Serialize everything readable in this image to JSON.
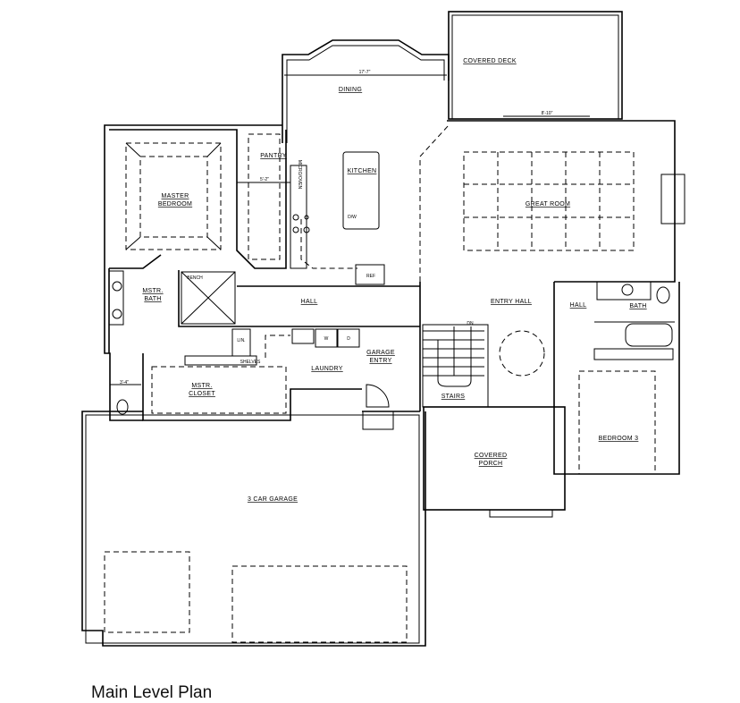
{
  "plan_title": "Main Level Plan",
  "rooms": {
    "covered_deck": "COVERED DECK",
    "dining": "DINING",
    "pantry": "PANTRY",
    "kitchen": "KITCHEN",
    "master_bedroom_1": "MASTER",
    "master_bedroom_2": "BEDROOM",
    "great_room": "GREAT ROOM",
    "master_bath_1": "MSTR.",
    "master_bath_2": "BATH",
    "hall_main": "HALL",
    "entry_hall": "ENTRY HALL",
    "hall_east": "HALL",
    "bath": "BATH",
    "laundry": "LAUNDRY",
    "garage_entry_1": "GARAGE",
    "garage_entry_2": "ENTRY",
    "master_closet_1": "MSTR.",
    "master_closet_2": "CLOSET",
    "stairs": "STAIRS",
    "bedroom_3": "BEDROOM 3",
    "covered_porch_1": "COVERED",
    "covered_porch_2": "PORCH",
    "garage": "3 CAR GARAGE"
  },
  "fixtures": {
    "bench": "BENCH",
    "ref": "REF",
    "dw": "D/W",
    "lin": "LIN.",
    "shelves": "SHELVES",
    "washer": "W",
    "dryer": "D",
    "dn": "DN",
    "oven": "MICRO/OVEN"
  },
  "dimensions": {
    "dining_width": "17'-7\"",
    "deck_span": "8'-10\"",
    "pantry_width": "5'-2\"",
    "wc_width": "3'-4\""
  }
}
